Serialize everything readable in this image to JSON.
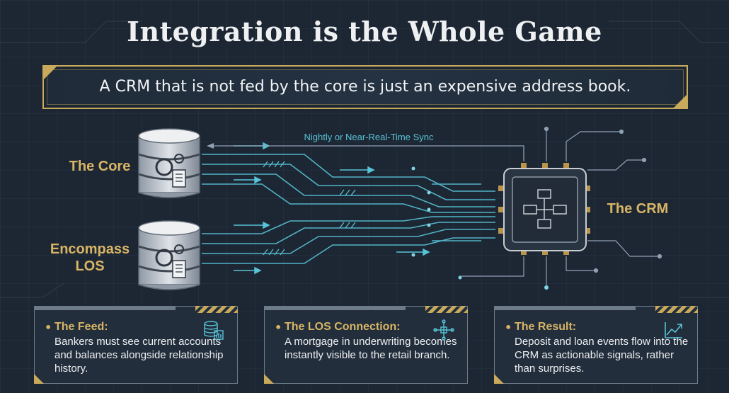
{
  "title": "Integration is the Whole Game",
  "banner": "A CRM that is not fed by the core is just an expensive address book.",
  "diagram": {
    "sync_label": "Nightly or Near-Real-Time Sync",
    "nodes": {
      "core": "The Core",
      "los_line1": "Encompass",
      "los_line2": "LOS",
      "crm": "The CRM"
    }
  },
  "cards": [
    {
      "title": "The Feed:",
      "body": "Bankers must see current accounts and balances alongside relationship history.",
      "icon": "database-chart-icon"
    },
    {
      "title": "The LOS Connection:",
      "body": "A mortgage in underwriting becomes instantly visible to the retail branch.",
      "icon": "connection-icon"
    },
    {
      "title": "The Result:",
      "body": "Deposit and loan events flow into the CRM as actionable signals, rather than surprises.",
      "icon": "trend-up-icon"
    }
  ],
  "colors": {
    "background": "#1d2734",
    "gold": "#d8b565",
    "cyan": "#58c3d6",
    "text": "#eef0f2"
  }
}
